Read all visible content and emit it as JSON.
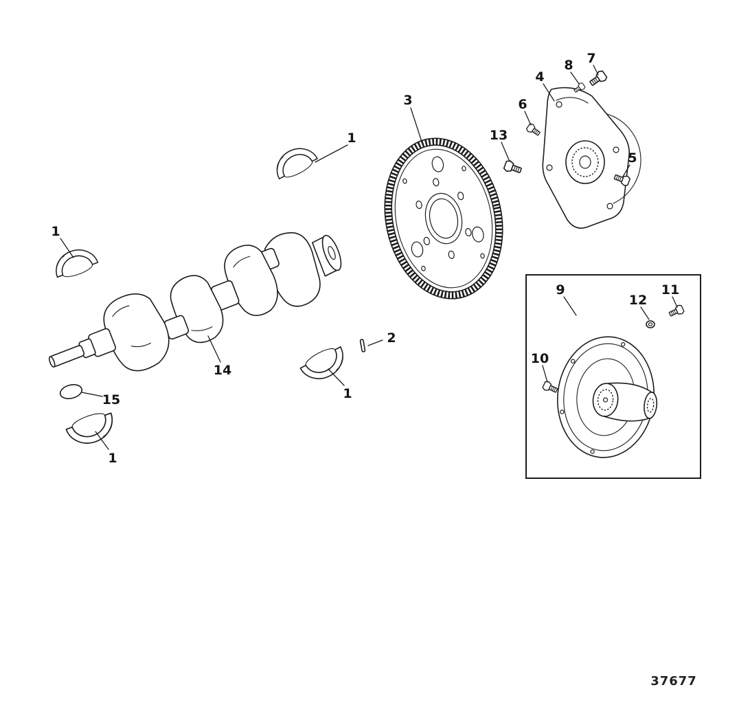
{
  "figure": {
    "drawing_number": "37677"
  },
  "callouts": [
    {
      "label": "1"
    },
    {
      "label": "1"
    },
    {
      "label": "1"
    },
    {
      "label": "1"
    },
    {
      "label": "2"
    },
    {
      "label": "3"
    },
    {
      "label": "4"
    },
    {
      "label": "5"
    },
    {
      "label": "6"
    },
    {
      "label": "7"
    },
    {
      "label": "8"
    },
    {
      "label": "9"
    },
    {
      "label": "10"
    },
    {
      "label": "11"
    },
    {
      "label": "12"
    },
    {
      "label": "13"
    },
    {
      "label": "14"
    },
    {
      "label": "15"
    }
  ],
  "colors": {
    "ink": "#1b1b1b",
    "background": "#ffffff"
  }
}
